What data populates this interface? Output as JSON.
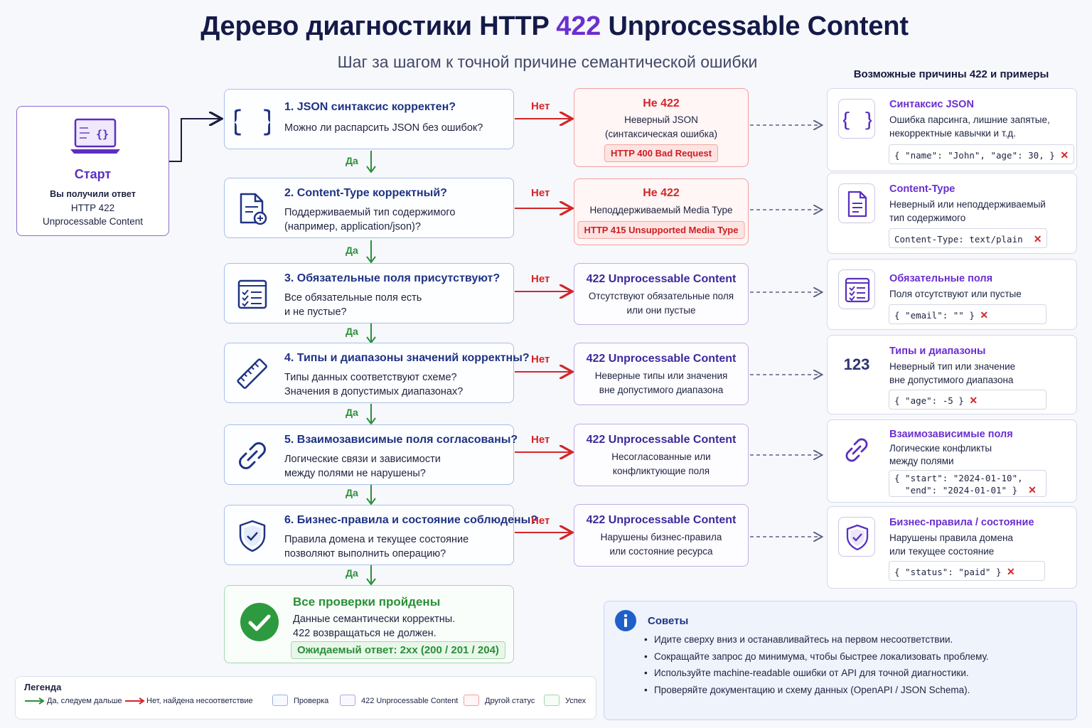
{
  "header": {
    "title_pre": "Дерево диагностики HTTP ",
    "title_code": "422",
    "title_post": " Unprocessable Content",
    "subtitle": "Шаг за шагом к точной причине семантической ошибки",
    "causes_heading": "Возможные причины 422 и примеры"
  },
  "start": {
    "label": "Старт",
    "line1": "Вы получили ответ",
    "line2": "HTTP 422",
    "line3": "Unprocessable Content"
  },
  "flow": {
    "yes_label": "Да",
    "no_label": "Нет"
  },
  "checks": [
    {
      "question": "1. JSON синтаксис корректен?",
      "line1": "Можно ли распарсить JSON без ошибок?",
      "line2": "",
      "icon": "braces-icon"
    },
    {
      "question": "2. Content-Type корректный?",
      "line1": "Поддерживаемый тип содержимого",
      "line2": "(например, application/json)?",
      "icon": "document-plus-icon"
    },
    {
      "question": "3. Обязательные поля присутствуют?",
      "line1": "Все обязательные поля есть",
      "line2": "и не пустые?",
      "icon": "checklist-icon"
    },
    {
      "question": "4. Типы и диапазоны значений корректны?",
      "line1": "Типы данных соответствуют схеме?",
      "line2": "Значения в допустимых диапазонах?",
      "icon": "ruler-icon"
    },
    {
      "question": "5. Взаимозависимые поля согласованы?",
      "line1": "Логические связи и зависимости",
      "line2": "между полями не нарушены?",
      "icon": "link-icon"
    },
    {
      "question": "6. Бизнес-правила и состояние соблюдены?",
      "line1": "Правила домена и текущее состояние",
      "line2": "позволяют выполнить операцию?",
      "icon": "shield-check-icon"
    }
  ],
  "results": [
    {
      "title": "Не 422",
      "line1": "Неверный JSON",
      "line2": "(синтаксическая ошибка)",
      "badge": "HTTP 400 Bad Request",
      "kind": "other"
    },
    {
      "title": "Не 422",
      "line1": "Неподдерживаемый Media Type",
      "line2": "",
      "badge": "HTTP 415 Unsupported Media Type",
      "kind": "other"
    },
    {
      "title": "422 Unprocessable Content",
      "line1": "Отсутствуют обязательные поля",
      "line2": "или они пустые",
      "badge": "",
      "kind": "422"
    },
    {
      "title": "422 Unprocessable Content",
      "line1": "Неверные типы или значения",
      "line2": "вне допустимого диапазона",
      "badge": "",
      "kind": "422"
    },
    {
      "title": "422 Unprocessable Content",
      "line1": "Несогласованные или",
      "line2": "конфликтующие поля",
      "badge": "",
      "kind": "422"
    },
    {
      "title": "422 Unprocessable Content",
      "line1": "Нарушены бизнес-правила",
      "line2": "или состояние ресурса",
      "badge": "",
      "kind": "422"
    }
  ],
  "causes": [
    {
      "title": "Синтаксис JSON",
      "line1": "Ошибка парсинга, лишние запятые,",
      "line2": "некорректные кавычки и т.д.",
      "code1": "{ \"name\": \"John\", \"age\": 30, }",
      "code2": "",
      "mark": "✕",
      "icon": "braces-icon"
    },
    {
      "title": "Content-Type",
      "line1": "Неверный или неподдерживаемый",
      "line2": "тип содержимого",
      "code1": "Content-Type: text/plain",
      "code2": "",
      "mark": "✕",
      "icon": "document-icon"
    },
    {
      "title": "Обязательные поля",
      "line1": "Поля отсутствуют или пустые",
      "line2": "",
      "code1": "{ \"email\": \"\" }",
      "code2": "",
      "mark": "✕",
      "icon": "checklist-icon"
    },
    {
      "title": "Типы и диапазоны",
      "line1": "Неверный тип или значение",
      "line2": "вне допустимого диапазона",
      "code1": "{ \"age\": -5 }",
      "code2": "",
      "mark": "✕",
      "icon": "number-123-icon",
      "icon_text": "123"
    },
    {
      "title": "Взаимозависимые поля",
      "line1": "Логические конфликты",
      "line2": "между полями",
      "code1": "{ \"start\": \"2024-01-10\",",
      "code2": "  \"end\": \"2024-01-01\" }",
      "mark": "✕",
      "icon": "link-icon"
    },
    {
      "title": "Бизнес-правила / состояние",
      "line1": "Нарушены правила домена",
      "line2": "или текущее состояние",
      "code1": "{ \"status\": \"paid\" }",
      "code2": "",
      "mark": "✕",
      "icon": "shield-check-icon"
    }
  ],
  "success": {
    "title": "Все проверки пройдены",
    "line1": "Данные семантически корректны.",
    "line2": "422 возвращаться не должен.",
    "expected": "Ожидаемый ответ: 2xx (200 / 201 / 204)"
  },
  "tips": {
    "title": "Советы",
    "items": [
      "Идите сверху вниз и останавливайтесь на первом несоответствии.",
      "Сокращайте запрос до минимума, чтобы быстрее локализовать проблему.",
      "Используйте machine-readable ошибки от API для точной диагностики.",
      "Проверяйте документацию и схему данных (OpenAPI / JSON Schema)."
    ]
  },
  "legend": {
    "title": "Легенда",
    "yes": "Да, следуем дальше",
    "no": "Нет, найдена несоответствие",
    "check": "Проверка",
    "unprocessable": "422 Unprocessable Content",
    "other": "Другой статус",
    "success": "Успех"
  },
  "colors": {
    "accent_purple": "#6a2fd0",
    "title_navy": "#141a48",
    "check_blue": "#1f3384",
    "yes_green": "#2a8f38",
    "no_red": "#d3262a"
  }
}
